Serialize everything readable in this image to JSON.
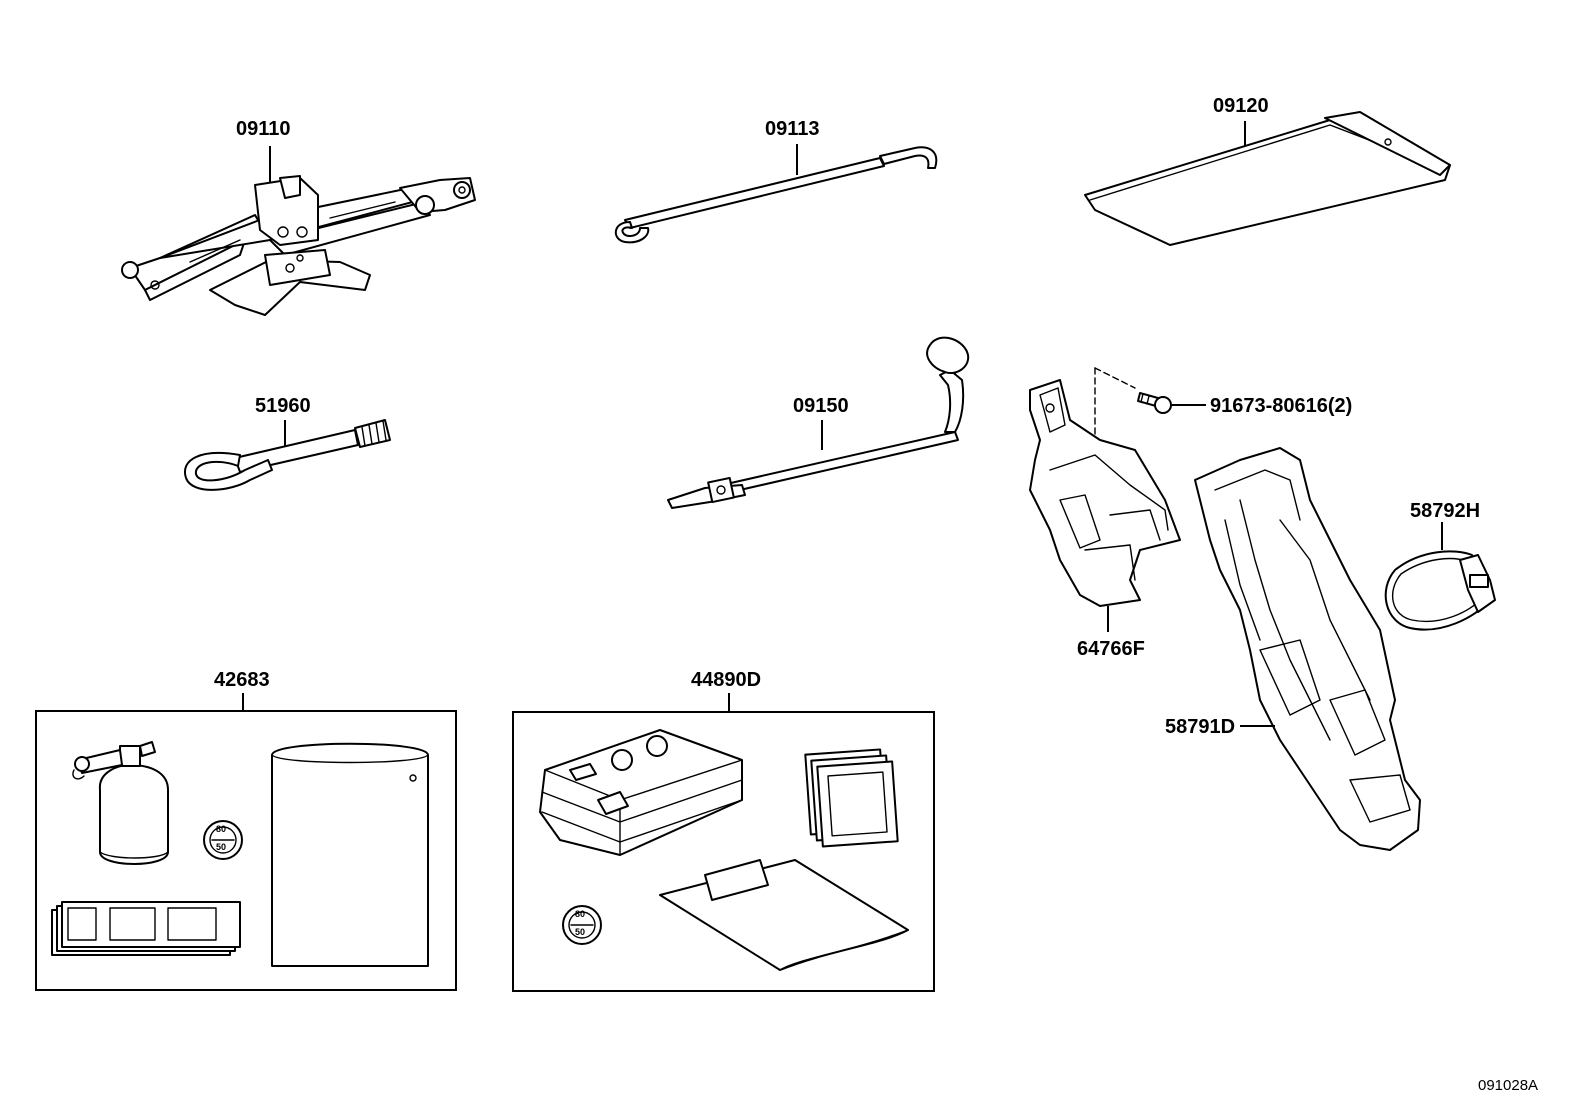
{
  "diagram_code": "091028A",
  "parts": [
    {
      "id": "jack",
      "number": "09110",
      "icon": "scissor-jack-icon"
    },
    {
      "id": "jack_handle",
      "number": "09113",
      "icon": "jack-handle-icon"
    },
    {
      "id": "tool_bag",
      "number": "09120",
      "icon": "tool-bag-icon"
    },
    {
      "id": "towing_eye",
      "number": "51960",
      "icon": "towing-eye-icon"
    },
    {
      "id": "wheel_wrench",
      "number": "09150",
      "icon": "lug-wrench-icon"
    },
    {
      "id": "bolt",
      "number": "91673-80616(2)",
      "icon": "bolt-icon"
    },
    {
      "id": "jack_bracket",
      "number": "64766F",
      "icon": "jack-bracket-icon"
    },
    {
      "id": "tool_tray",
      "number": "58791D",
      "icon": "tool-tray-icon"
    },
    {
      "id": "tool_strap",
      "number": "58792H",
      "icon": "strap-icon"
    },
    {
      "id": "repair_kit_a",
      "number": "42683",
      "icon": "sealant-kit-icon"
    },
    {
      "id": "repair_kit_b",
      "number": "44890D",
      "icon": "compressor-kit-icon"
    }
  ],
  "speed_sticker": {
    "top": "80",
    "bottom": "50"
  }
}
